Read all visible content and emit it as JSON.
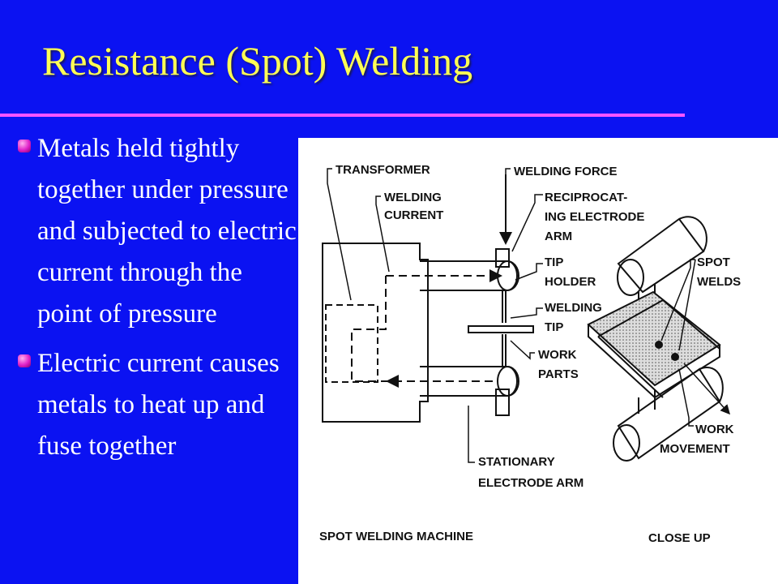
{
  "slide": {
    "title": "Resistance (Spot) Welding",
    "accent_color": "#ffff55",
    "rule_color": "#ff55ff",
    "background": "#0b12f2",
    "bullets": [
      "Metals held tightly together under pressure and subjected to electric current through the point of pressure",
      "Electric current causes metals to heat up and fuse together"
    ]
  },
  "diagram": {
    "labels": {
      "transformer": "TRANSFORMER",
      "welding_current_1": "WELDING",
      "welding_current_2": "CURRENT",
      "welding_force": "WELDING FORCE",
      "recip_1": "RECIPROCAT-",
      "recip_2": "ING ELECTRODE",
      "recip_3": "ARM",
      "tip_holder_1": "TIP",
      "tip_holder_2": "HOLDER",
      "welding_tip_1": "WELDING",
      "welding_tip_2": "TIP",
      "work_parts_1": "WORK",
      "work_parts_2": "PARTS",
      "stationary_1": "STATIONARY",
      "stationary_2": "ELECTRODE ARM",
      "spot_welds_1": "SPOT",
      "spot_welds_2": "WELDS",
      "work_movement_1": "WORK",
      "work_movement_2": "MOVEMENT",
      "machine_caption": "SPOT WELDING MACHINE",
      "closeup_caption": "CLOSE UP"
    }
  }
}
